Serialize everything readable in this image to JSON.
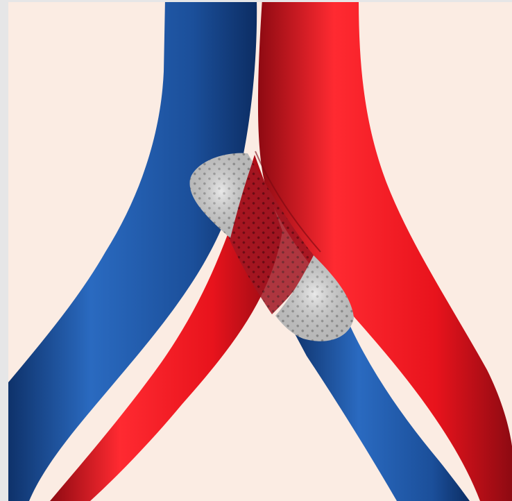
{
  "figure": {
    "subject": "vessel-illustration",
    "colors": {
      "background": "#fbece3",
      "artery": "#e8131c",
      "artery_highlight": "#ff2a31",
      "artery_shadow": "#8e0a12",
      "vein": "#1b4f9a",
      "vein_highlight": "#2a6ac0",
      "vein_shadow": "#0c2d63",
      "graft": "#d9d9d9",
      "graft_dots": "#9a9a9a",
      "overlap_tint": "#9a1620"
    },
    "elements": [
      {
        "name": "vein-left-branch"
      },
      {
        "name": "artery-left-branch"
      },
      {
        "name": "artery-right-branch"
      },
      {
        "name": "vein-right-branch"
      },
      {
        "name": "graft-patch"
      }
    ]
  }
}
